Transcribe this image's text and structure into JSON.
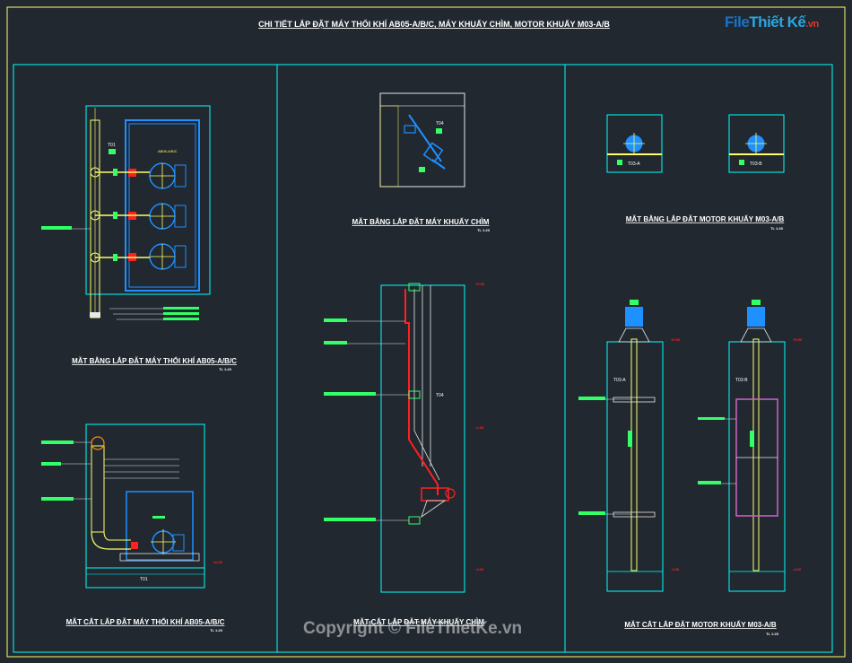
{
  "sheet_title": "CHI TIẾT LẮP ĐẶT MÁY THỔI KHÍ AB05-A/B/C, MÁY KHUẤY CHÌM, MOTOR KHUẤY M03-A/B",
  "logo": {
    "part1": "File",
    "part2": "Thiết Kế",
    "part3": ".vn"
  },
  "watermark": "Copyright © FileThietKe.vn",
  "views": {
    "blower_plan": {
      "title": "MẶT BẰNG LẮP ĐẶT MÁY THỔI KHÍ AB05-A/B/C",
      "scale": "TL 1:20",
      "tank": "T01",
      "equip": "AB05-A/B/C"
    },
    "blower_section": {
      "title": "MẶT CẮT LẮP ĐẶT MÁY THỔI KHÍ AB05-A/B/C",
      "scale": "TL 1:20",
      "tank": "T01"
    },
    "mixer_plan": {
      "title": "MẶT BẰNG LẮP ĐẶT MÁY KHUẤY CHÌM",
      "scale": "TL 1:20",
      "tank": "T04"
    },
    "mixer_section": {
      "title": "MẶT CẮT LẮP ĐẶT MÁY KHUẤY CHÌM",
      "scale": "TL 1:20",
      "tank": "T04"
    },
    "motor_plan": {
      "title": "MẶT BẰNG LẮP ĐẶT MOTOR KHUẤY M03-A/B",
      "scale": "TL 1:20",
      "tank_a": "T03-A",
      "tank_b": "T03-B"
    },
    "motor_section": {
      "title": "MẶT CẮT LẮP ĐẶT MOTOR KHUẤY M03-A/B",
      "scale": "TL 1:20",
      "tank_a": "T03-A",
      "tank_b": "T03-B"
    }
  },
  "colors": {
    "background": "#212830",
    "frame": "#ffff66",
    "wall": "#00ffff",
    "equipment": "#1e90ff",
    "pipe_red": "#ff2020",
    "label_green": "#33ff66",
    "pipe_yellow": "#ffff66"
  }
}
